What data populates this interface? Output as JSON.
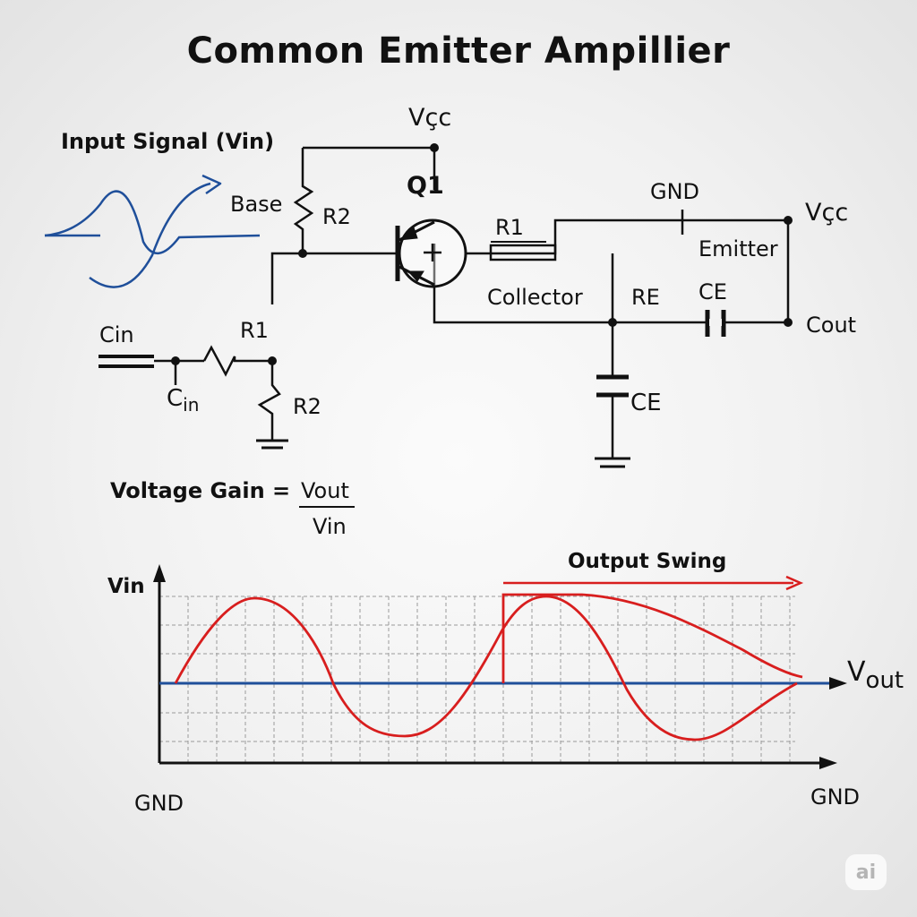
{
  "title": "Common Emitter Ampillier",
  "labels": {
    "vcc_top": "Vçc",
    "vcc_right": "Vçc",
    "input_signal": "Input Signal (Vin)",
    "base": "Base",
    "r2_top": "R2",
    "q1": "Q1",
    "r1_top": "R1",
    "gnd_top": "GND",
    "emitter": "Emitter",
    "collector": "Collector",
    "re": "RE",
    "ce_right": "CE",
    "cout": "Cout",
    "cin_left": "Cin",
    "r1_left": "R1",
    "cin_sub_main": "C",
    "cin_sub_sub": "in",
    "r2_left": "R2",
    "ce_bottom": "CE",
    "gain_label": "Voltage Gain =",
    "gain_num": "Vout",
    "gain_den": "Vin"
  },
  "graph": {
    "y_label": "Vin",
    "x_label_main": "V",
    "x_label_sub": "out",
    "output_swing": "Output Swing",
    "gnd_left": "GND",
    "gnd_right": "GND"
  },
  "colors": {
    "wire": "#111111",
    "signal_red": "#d81e1e",
    "signal_blue": "#1f4f9a",
    "grid": "#9a9a9a"
  },
  "watermark": "ai"
}
